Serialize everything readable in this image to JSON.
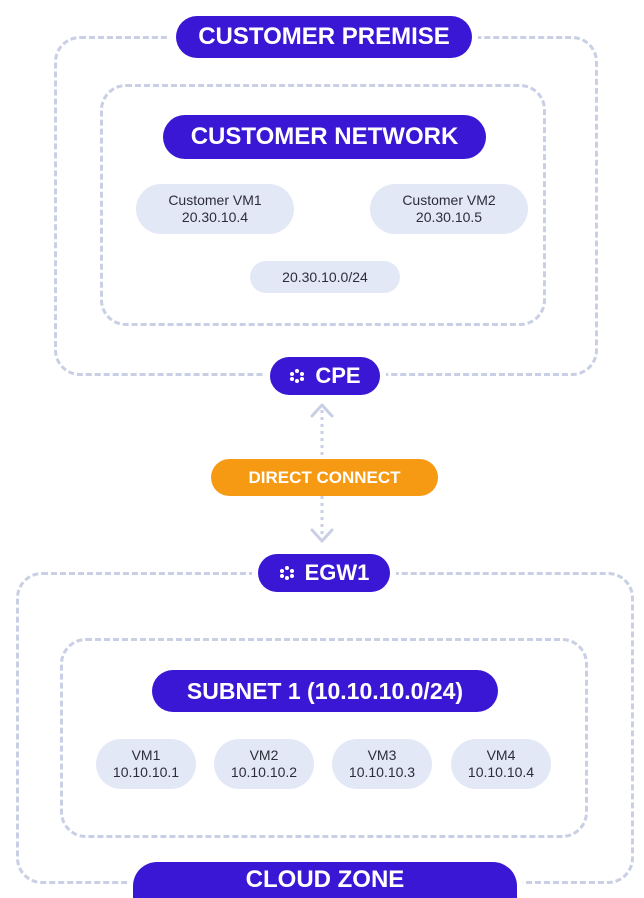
{
  "customer_premise": {
    "label": "CUSTOMER PREMISE",
    "network": {
      "label": "CUSTOMER NETWORK",
      "vms": [
        {
          "name": "Customer VM1",
          "ip": "20.30.10.4"
        },
        {
          "name": "Customer VM2",
          "ip": "20.30.10.5"
        }
      ],
      "subnet": "20.30.10.0/24"
    },
    "gateway": {
      "label": "CPE"
    }
  },
  "link": {
    "label": "DIRECT CONNECT"
  },
  "cloud_zone": {
    "label": "CLOUD ZONE",
    "gateway": {
      "label": "EGW1"
    },
    "subnet": {
      "label": "SUBNET 1 (10.10.10.0/24)",
      "vms": [
        {
          "name": "VM1",
          "ip": "10.10.10.1"
        },
        {
          "name": "VM2",
          "ip": "10.10.10.2"
        },
        {
          "name": "VM3",
          "ip": "10.10.10.3"
        },
        {
          "name": "VM4",
          "ip": "10.10.10.4"
        }
      ]
    }
  },
  "colors": {
    "primary": "#3a17d4",
    "accent": "#f59a12",
    "node_fill": "#e3e8f7",
    "dashed_border": "#c9cfe4"
  },
  "icons": {
    "gateway": "cluster-dots-icon"
  }
}
